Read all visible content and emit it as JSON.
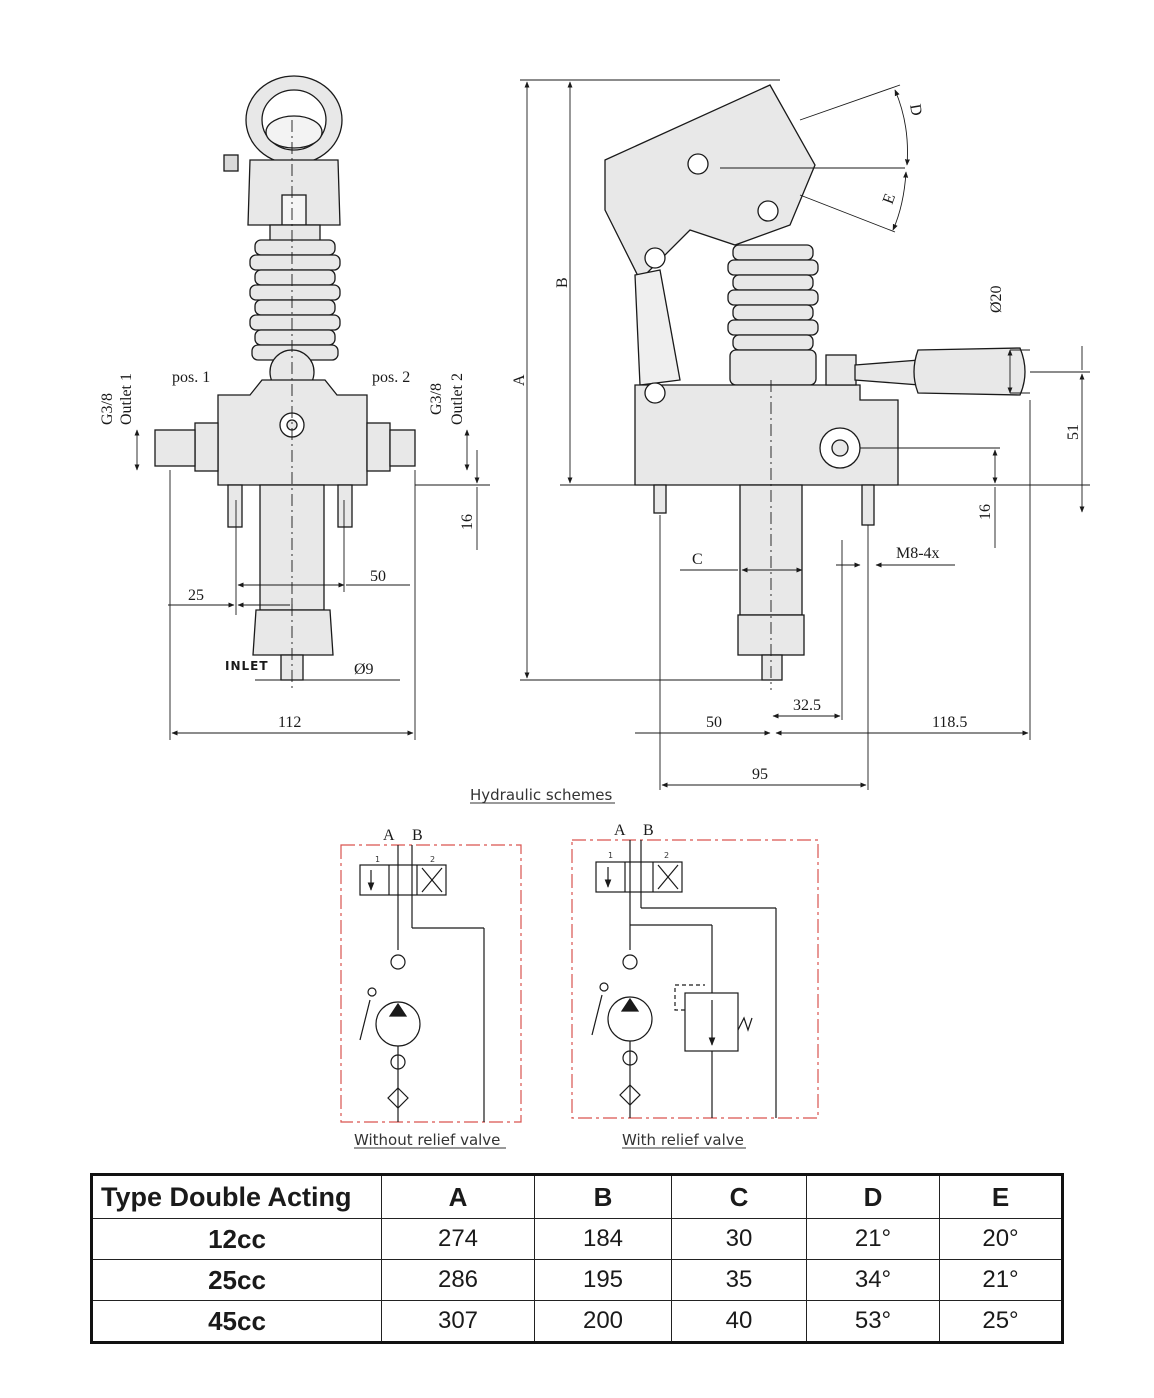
{
  "front_view": {
    "outlet1_thread": "G3/8",
    "outlet1_label": "Outlet 1",
    "outlet2_thread": "G3/8",
    "outlet2_label": "Outlet 2",
    "pos1": "pos. 1",
    "pos2": "pos. 2",
    "inlet": "INLET",
    "dim_16": "16",
    "dim_25": "25",
    "dim_50": "50",
    "dim_dia9": "Ø9",
    "dim_112": "112"
  },
  "side_view": {
    "dim_A": "A",
    "dim_B": "B",
    "dim_C": "C",
    "dim_D": "D",
    "dim_E": "E",
    "dim_dia20": "Ø20",
    "dim_51": "51",
    "dim_16": "16",
    "dim_m8": "M8-4x",
    "dim_32_5": "32.5",
    "dim_50": "50",
    "dim_118_5": "118.5",
    "dim_95": "95"
  },
  "schemes": {
    "title": "Hydraulic schemes",
    "left_caption": "Without relief valve",
    "right_caption": "With relief valve",
    "port_a": "A",
    "port_b": "B",
    "pos_1": "1",
    "pos_2": "2"
  },
  "table": {
    "headers": [
      "Type Double Acting",
      "A",
      "B",
      "C",
      "D",
      "E"
    ],
    "rows": [
      [
        "12cc",
        "274",
        "184",
        "30",
        "21°",
        "20°"
      ],
      [
        "25cc",
        "286",
        "195",
        "35",
        "34°",
        "21°"
      ],
      [
        "45cc",
        "307",
        "200",
        "40",
        "53°",
        "25°"
      ]
    ]
  },
  "colors": {
    "line": "#1a1a1a",
    "scheme_border": "#d9534f",
    "part_fill": "#e6e6e6"
  }
}
